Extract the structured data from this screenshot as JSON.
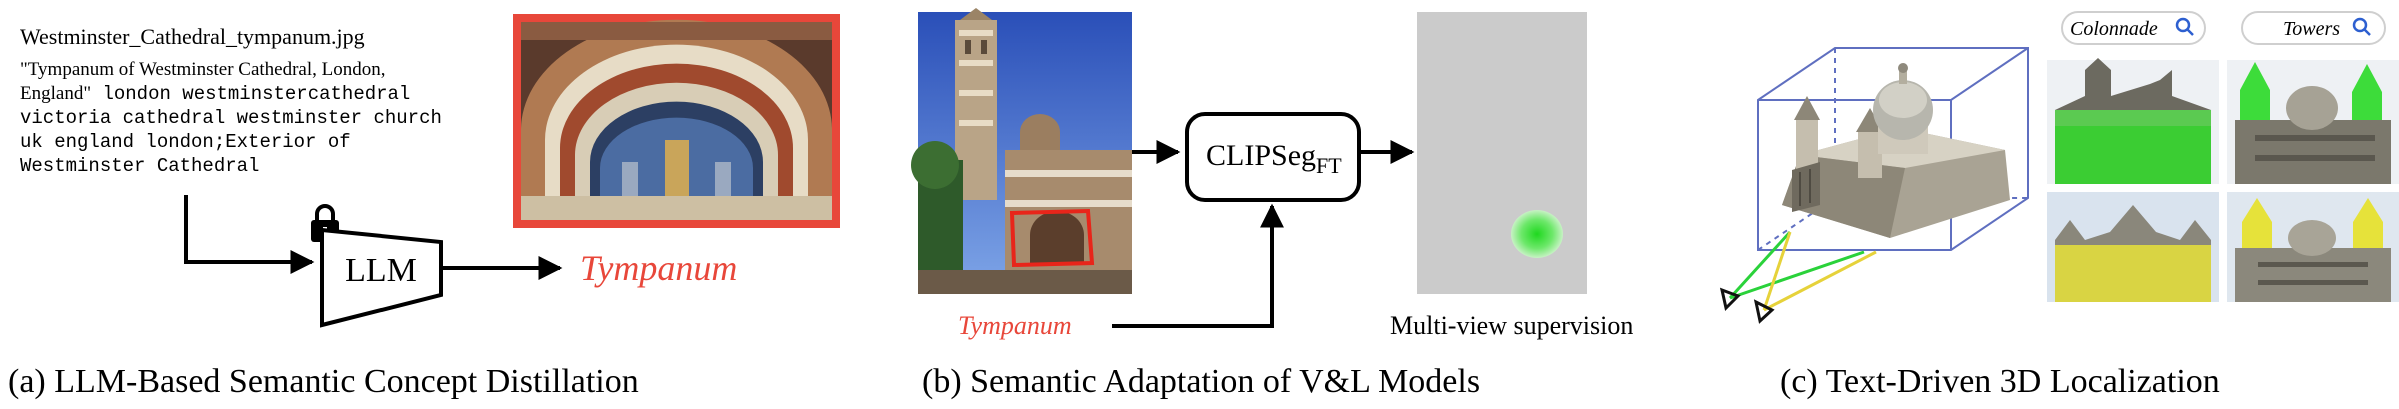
{
  "panel_a": {
    "filename": "Westminster_Cathedral_tympanum.jpg",
    "caption_lines": [
      {
        "serif": "\"Tympanum of Westminster Cathedral, London,",
        "mono": ""
      },
      {
        "serif": "England\"",
        "mono": " london westminstercathedral"
      },
      {
        "serif": "",
        "mono": "victoria cathedral westminster church"
      },
      {
        "serif": "",
        "mono": "uk england london;Exterior of"
      },
      {
        "serif": "",
        "mono": "Westminster Cathedral"
      }
    ],
    "llm_label": "LLM",
    "output_label": "Tympanum",
    "subcaption": "(a) LLM-Based Semantic Concept Distillation"
  },
  "panel_b": {
    "model_label": "CLIPSeg",
    "model_subscript": "FT",
    "query_label": "Tympanum",
    "supervision_label": "Multi-view supervision",
    "subcaption": "(b) Semantic Adaptation of V&L Models"
  },
  "panel_c": {
    "search_1": "Colonnade",
    "search_2": "Towers",
    "subcaption": "(c) Text-Driven 3D Localization"
  },
  "colors": {
    "accent_red": "#e8473a",
    "highlight_green": "#3ddc3a",
    "highlight_yellow": "#e6e23a",
    "box_blue": "#5f6fc0"
  }
}
